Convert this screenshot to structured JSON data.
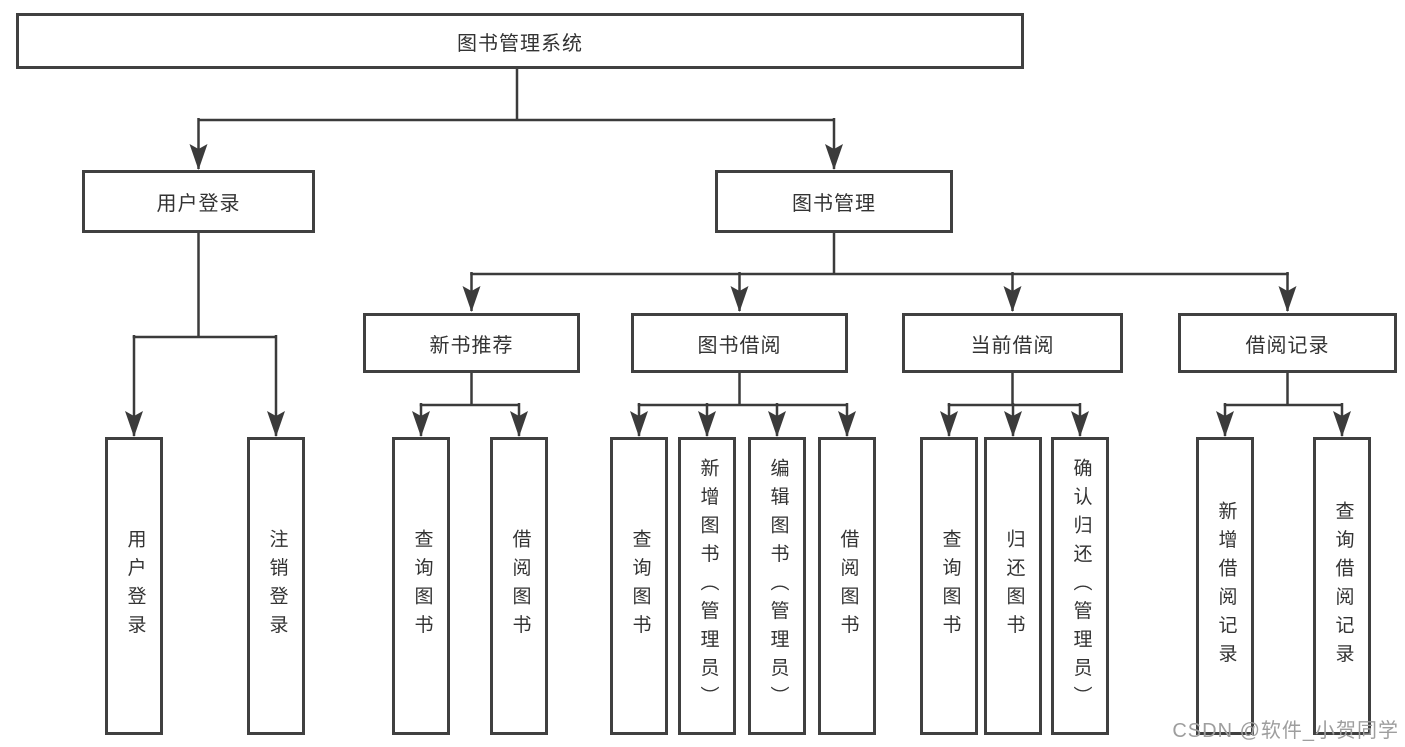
{
  "diagram": {
    "root": {
      "label": "图书管理系统"
    },
    "user_login": {
      "label": "用户登录",
      "children": {
        "login": {
          "label": "用户登录"
        },
        "logout": {
          "label": "注销登录"
        }
      }
    },
    "book_mgmt": {
      "label": "图书管理",
      "children": {
        "new_book_rec": {
          "label": "新书推荐",
          "children": {
            "query_book": {
              "label": "查询图书"
            },
            "borrow_book": {
              "label": "借阅图书"
            }
          }
        },
        "book_borrow": {
          "label": "图书借阅",
          "children": {
            "query_book": {
              "label": "查询图书"
            },
            "add_book": {
              "label": "新增图书（管理员）"
            },
            "edit_book": {
              "label": "编辑图书（管理员）"
            },
            "borrow_book": {
              "label": "借阅图书"
            }
          }
        },
        "current_borrow": {
          "label": "当前借阅",
          "children": {
            "query_book": {
              "label": "查询图书"
            },
            "return_book": {
              "label": "归还图书"
            },
            "confirm_return": {
              "label": "确认归还（管理员）"
            }
          }
        },
        "borrow_record": {
          "label": "借阅记录",
          "children": {
            "add_record": {
              "label": "新增借阅记录"
            },
            "query_record": {
              "label": "查询借阅记录"
            }
          }
        }
      }
    }
  },
  "watermark": {
    "text": "CSDN @软件_小贺同学"
  },
  "colors": {
    "line": "#3b3b3b",
    "box_border": "#404040",
    "text": "#333333",
    "watermark": "#9e9e9e",
    "background": "#ffffff"
  }
}
